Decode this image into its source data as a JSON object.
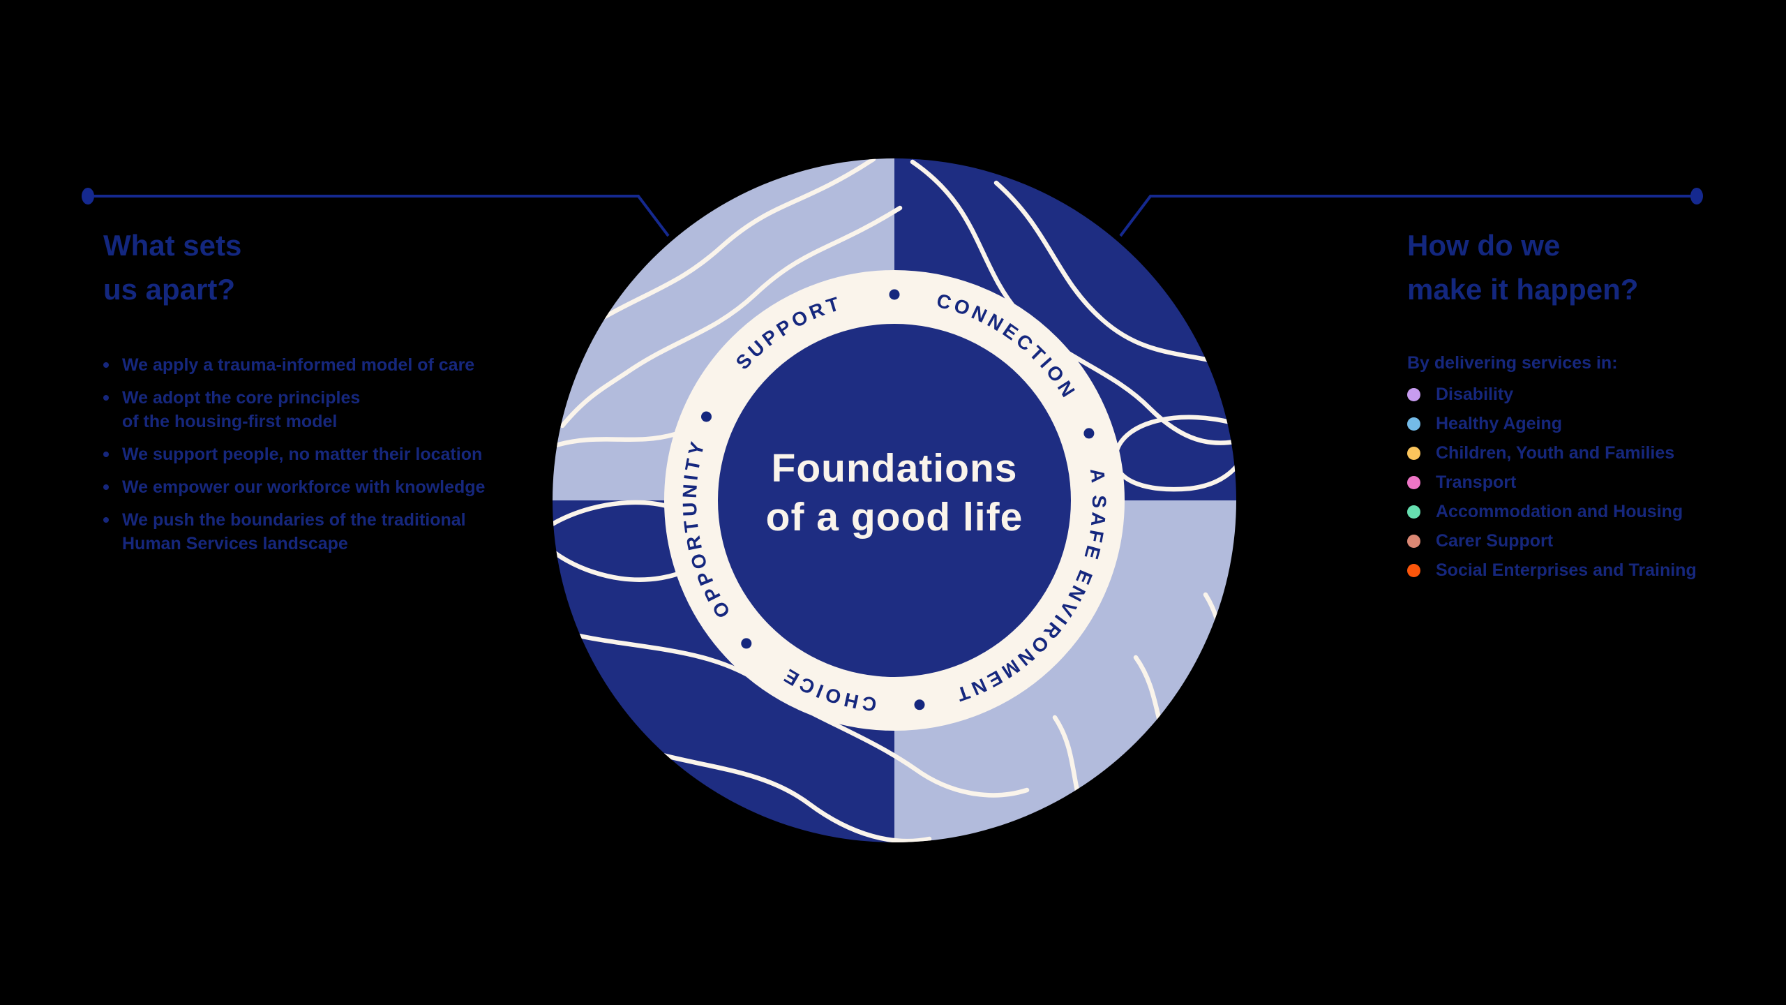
{
  "canvas": {
    "background": "#000000"
  },
  "palette": {
    "navy_segment": "#1E2D82",
    "periwinkle_segment": "#B2BBDC",
    "cream_ring": "#FAF4EB",
    "text_navy": "#13277F",
    "connector_navy": "#15298F"
  },
  "left_panel": {
    "heading_line1": "What sets",
    "heading_line2": "us apart?",
    "bullets": [
      {
        "line1": "We apply a trauma-informed model of care",
        "line2": ""
      },
      {
        "line1": "We adopt the core principles",
        "line2": "of the housing-first model"
      },
      {
        "line1": "We support people, no matter their location",
        "line2": ""
      },
      {
        "line1": "We empower our workforce with knowledge",
        "line2": ""
      },
      {
        "line1": "We push the boundaries of the traditional",
        "line2": "Human Services landscape"
      }
    ]
  },
  "right_panel": {
    "heading_line1": "How do we",
    "heading_line2": "make it happen?",
    "intro": "By delivering services in:",
    "services": [
      {
        "label": "Disability",
        "color": "#C79CEF"
      },
      {
        "label": "Healthy Ageing",
        "color": "#74BBE8"
      },
      {
        "label": "Children, Youth and Families",
        "color": "#FBC55C"
      },
      {
        "label": "Transport",
        "color": "#EE75C6"
      },
      {
        "label": "Accommodation and Housing",
        "color": "#66DFB0"
      },
      {
        "label": "Carer Support",
        "color": "#DB8874"
      },
      {
        "label": "Social Enterprises and Training",
        "color": "#FB560B"
      }
    ]
  },
  "wheel": {
    "center_line1": "Foundations",
    "center_line2": "of a good life",
    "segments": {
      "support": "SUPPORT",
      "connection": "CONNECTION",
      "safe_environment": "A SAFE ENVIRONMENT",
      "choice": "CHOICE",
      "opportunity": "OPPORTUNITY"
    }
  }
}
